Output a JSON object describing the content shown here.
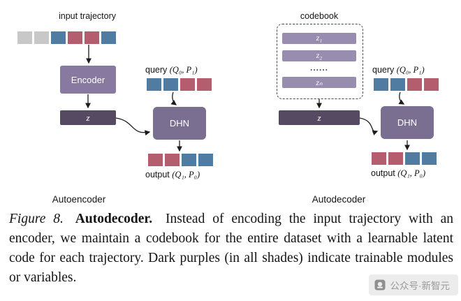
{
  "colors": {
    "blue": "#4f7ca0",
    "red": "#b45d6e",
    "gray": "#c8c8c8",
    "encoder": "#87799f",
    "dhn": "#7a6f91",
    "z_box": "#554a61",
    "codebook_row": "#998daf"
  },
  "autoencoder": {
    "input_label": "input trajectory",
    "input_squares": [
      "gray",
      "gray",
      "blue",
      "red",
      "red",
      "blue"
    ],
    "encoder": "Encoder",
    "z": "z",
    "query_prefix": "query",
    "query_math": "(Q₀, P₁)",
    "query_squares": [
      "blue",
      "blue",
      "red",
      "red"
    ],
    "dhn": "DHN",
    "output_squares": [
      "red",
      "red",
      "blue",
      "blue"
    ],
    "output_prefix": "output",
    "output_math": "(Q₁, P₀)",
    "caption": "Autoencoder"
  },
  "autodecoder": {
    "codebook_label": "codebook",
    "rows": {
      "r1": "z₁",
      "r2": "z₂",
      "dots": "......",
      "rn": "zₙ"
    },
    "z": "z",
    "query_prefix": "query",
    "query_math": "(Q₀, P₁)",
    "query_squares": [
      "blue",
      "blue",
      "red",
      "red"
    ],
    "dhn": "DHN",
    "output_squares": [
      "red",
      "red",
      "blue",
      "blue"
    ],
    "output_prefix": "output",
    "output_math": "(Q₁, P₀)",
    "caption": "Autodecoder"
  },
  "figure_caption": {
    "figure_label": "Figure 8.",
    "title": "Autodecoder.",
    "body": "Instead of encoding the input trajectory with an encoder, we maintain a codebook for the entire dataset with a learnable latent code for each trajectory. Dark purples (in all shades) indicate trainable modules or variables."
  },
  "watermark": {
    "text": "公众号·新智元"
  }
}
